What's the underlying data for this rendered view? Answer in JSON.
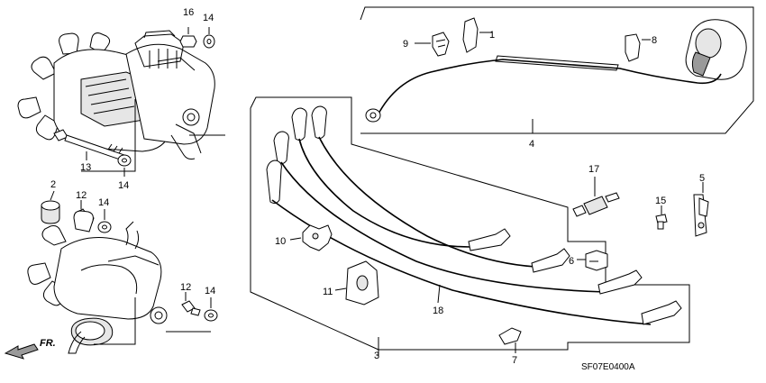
{
  "diagram_code": "SF07E0400A",
  "direction_label": "FR.",
  "part_labels": {
    "p1": "1",
    "p2": "2",
    "p3": "3",
    "p4": "4",
    "p5": "5",
    "p6": "6",
    "p7": "7",
    "p8": "8",
    "p9": "9",
    "p10": "10",
    "p11": "11",
    "p12a": "12",
    "p12b": "12",
    "p13": "13",
    "p14a": "14",
    "p14b": "14",
    "p14c": "14",
    "p14d": "14",
    "p15": "15",
    "p16": "16",
    "p17": "17",
    "p18": "18"
  }
}
